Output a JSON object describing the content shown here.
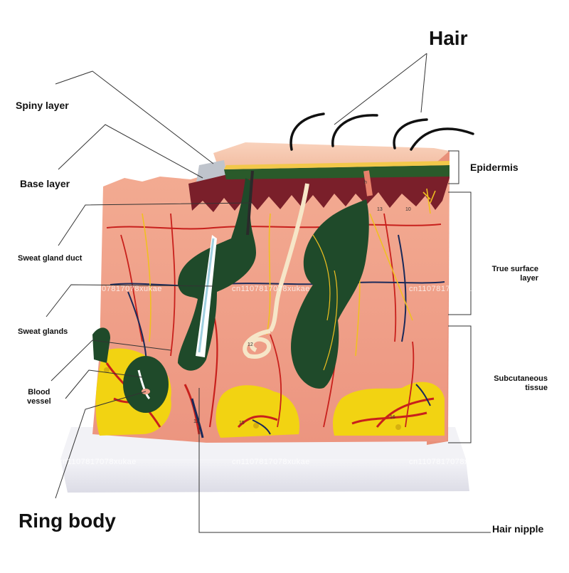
{
  "diagram": {
    "labels": {
      "hair": "Hair",
      "spiny_layer": "Spiny layer",
      "base_layer": "Base layer",
      "sweat_gland_duct": "Sweat gland duct",
      "sweat_glands": "Sweat glands",
      "blood_vessel": "Blood\nvessel",
      "ring_body": "Ring body",
      "epidermis": "Epidermis",
      "true_surface_layer": "True surface\nlayer",
      "subcutaneous_tissue": "Subcutaneous\ntissue",
      "hair_nipple": "Hair nipple"
    },
    "watermarks": [
      "cn1107817078xukae",
      "cn1107817078xukae",
      "cn1107817078xukae",
      "cn1107817078xukae",
      "cn1107817078xukae",
      "cn1107817078xukae"
    ],
    "model_numbers": [
      "10",
      "11",
      "12",
      "13",
      "15",
      "16",
      "h"
    ]
  },
  "colors": {
    "skin": "#f2a08a",
    "epidermis_top": "#f6c3a8",
    "dark_layer": "#7a1f2a",
    "green_gland": "#1f4a2a",
    "fat": "#f2d312",
    "vessel_red": "#c8201c",
    "vessel_blue": "#1a2a5a",
    "nerve_yellow": "#f0c020",
    "base": "#ececf2"
  }
}
